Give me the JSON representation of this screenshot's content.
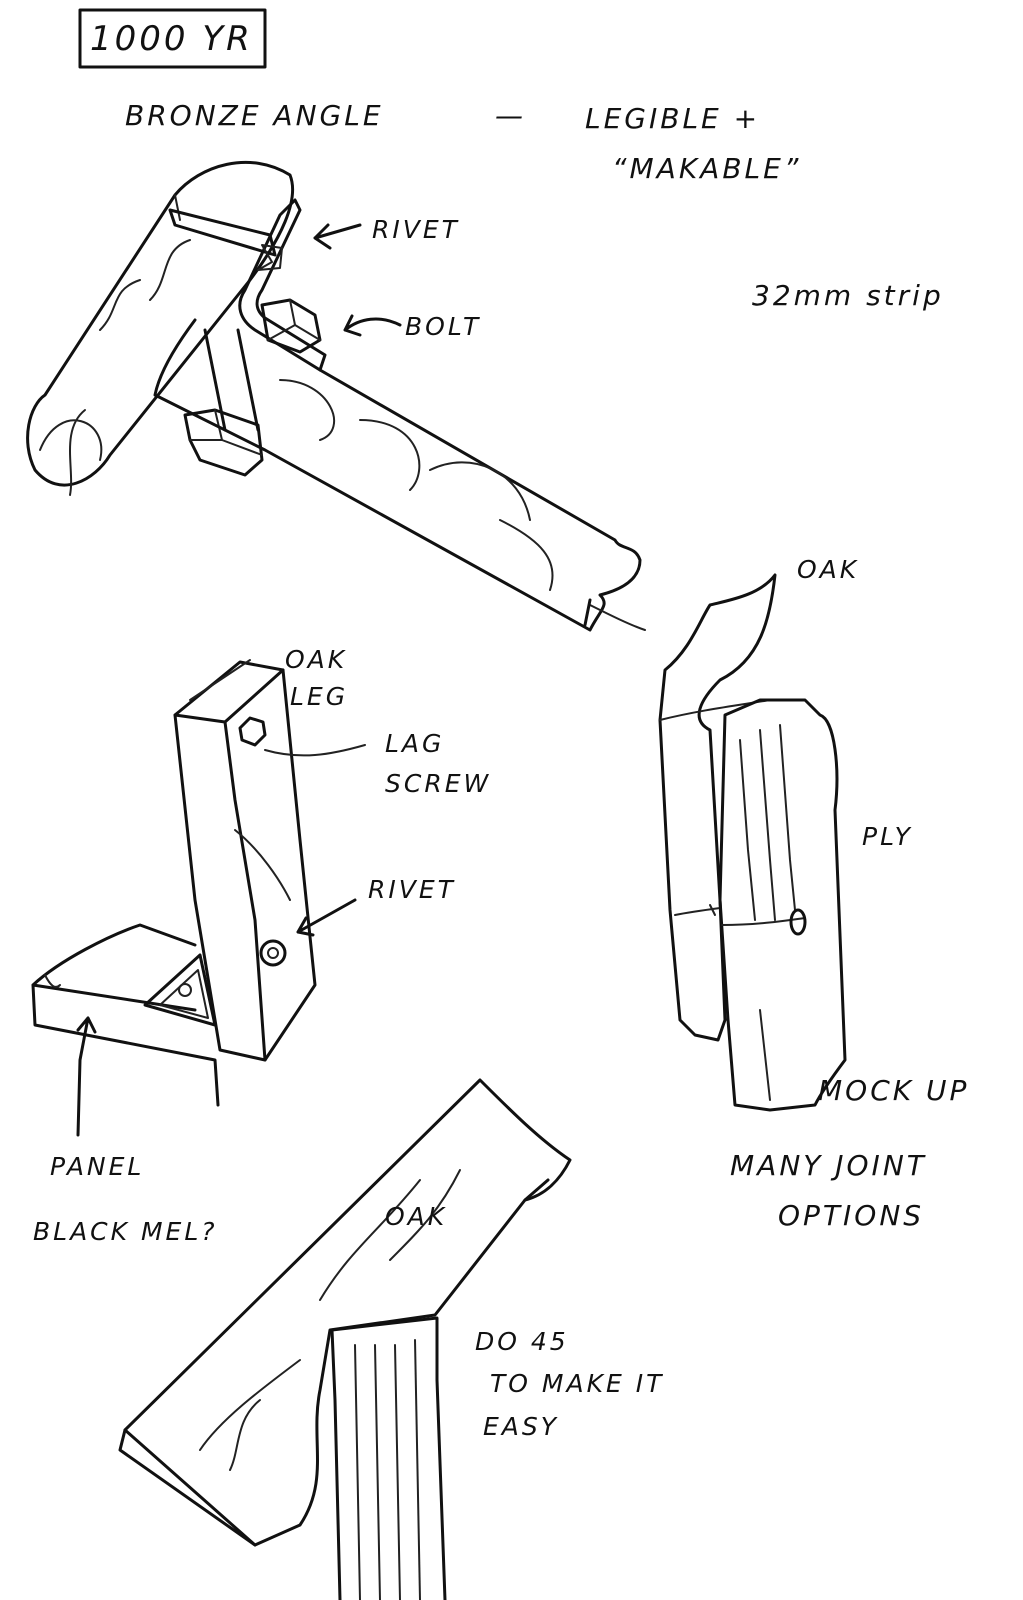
{
  "notes": {
    "title_box": "1000 YR",
    "heading_left": "BRONZE ANGLE",
    "heading_dash": "—",
    "heading_right_line1": "LEGIBLE +",
    "heading_right_line2": "“MAKABLE”",
    "strip_size": "32mm strip"
  },
  "sketch1": {
    "rivet_label": "RIVET",
    "bolt_label": "BOLT"
  },
  "sketch2": {
    "oak_leg_line1": "OAK",
    "oak_leg_line2": "LEG",
    "lag_screw_line1": "LAG",
    "lag_screw_line2": "SCREW",
    "rivet_label": "RIVET",
    "panel_line1": "PANEL",
    "panel_line2": "BLACK MEL?"
  },
  "sketch3": {
    "oak_label": "OAK",
    "ply_label": "PLY",
    "mock_up": "MOCK UP",
    "joint_line1": "MANY JOINT",
    "joint_line2": "OPTIONS"
  },
  "sketch4": {
    "oak_label": "OAK",
    "note_line1": "DO 45",
    "note_line2": "TO MAKE IT",
    "note_line3": "EASY"
  }
}
